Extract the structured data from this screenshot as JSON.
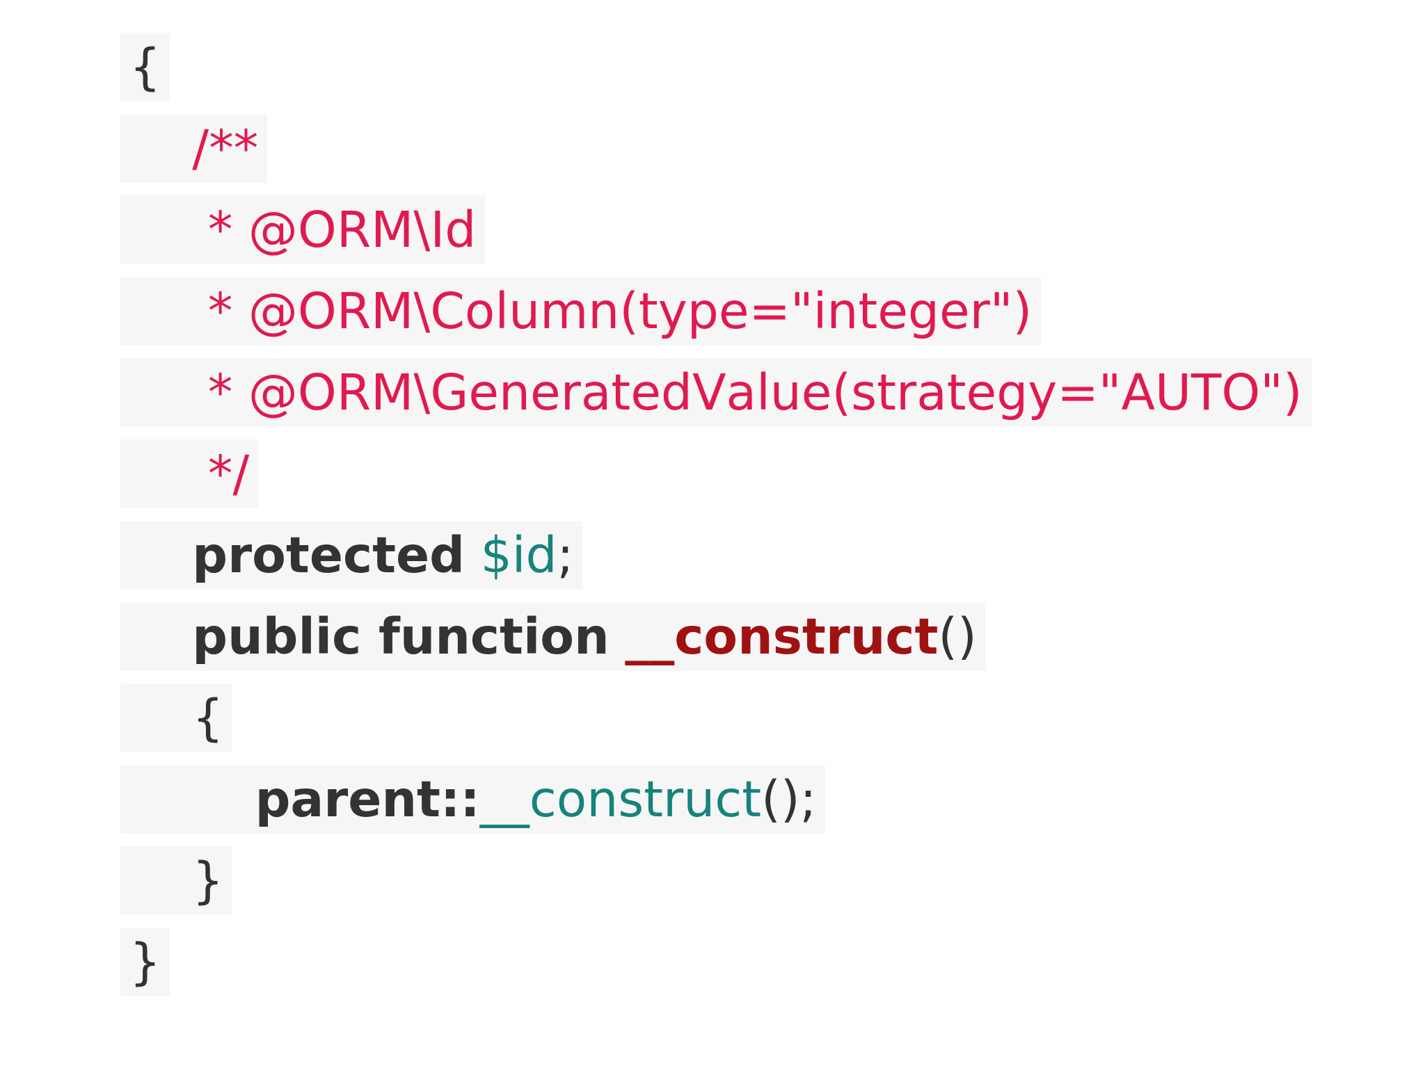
{
  "page": {
    "background": "#ffffff"
  },
  "colors": {
    "line_background": "#f6f6f6",
    "plain": "#333333",
    "comment": "#e01a4f",
    "variable": "#16837c",
    "function_definition": "#a01212",
    "function_call": "#16837c"
  },
  "code": {
    "language": "php",
    "lines": [
      {
        "segments": [
          {
            "text": "{",
            "style": "plain"
          }
        ]
      },
      {
        "segments": [
          {
            "text": "    ",
            "style": "plain"
          },
          {
            "text": "/**",
            "style": "comment"
          }
        ]
      },
      {
        "segments": [
          {
            "text": "     ",
            "style": "plain"
          },
          {
            "text": "* @ORM\\Id",
            "style": "comment"
          }
        ]
      },
      {
        "segments": [
          {
            "text": "     ",
            "style": "plain"
          },
          {
            "text": "* @ORM\\Column(type=\"integer\")",
            "style": "comment"
          }
        ]
      },
      {
        "segments": [
          {
            "text": "     ",
            "style": "plain"
          },
          {
            "text": "* @ORM\\GeneratedValue(strategy=\"AUTO\")",
            "style": "comment"
          }
        ]
      },
      {
        "segments": [
          {
            "text": "     ",
            "style": "plain"
          },
          {
            "text": "*/",
            "style": "comment"
          }
        ]
      },
      {
        "segments": [
          {
            "text": "    ",
            "style": "plain"
          },
          {
            "text": "protected",
            "style": "keyword"
          },
          {
            "text": " ",
            "style": "plain"
          },
          {
            "text": "$id",
            "style": "variable"
          },
          {
            "text": ";",
            "style": "plain"
          }
        ]
      },
      {
        "segments": [
          {
            "text": "    ",
            "style": "plain"
          },
          {
            "text": "public function",
            "style": "keyword"
          },
          {
            "text": " ",
            "style": "plain"
          },
          {
            "text": "__construct",
            "style": "function-def"
          },
          {
            "text": "()",
            "style": "plain"
          }
        ]
      },
      {
        "segments": [
          {
            "text": "    ",
            "style": "plain"
          },
          {
            "text": "{",
            "style": "plain"
          }
        ]
      },
      {
        "segments": [
          {
            "text": "        ",
            "style": "plain"
          },
          {
            "text": "parent::",
            "style": "keyword"
          },
          {
            "text": "__construct",
            "style": "function-call"
          },
          {
            "text": "();",
            "style": "plain"
          }
        ]
      },
      {
        "segments": [
          {
            "text": "    ",
            "style": "plain"
          },
          {
            "text": "}",
            "style": "plain"
          }
        ]
      },
      {
        "segments": [
          {
            "text": "}",
            "style": "plain"
          }
        ]
      }
    ]
  }
}
